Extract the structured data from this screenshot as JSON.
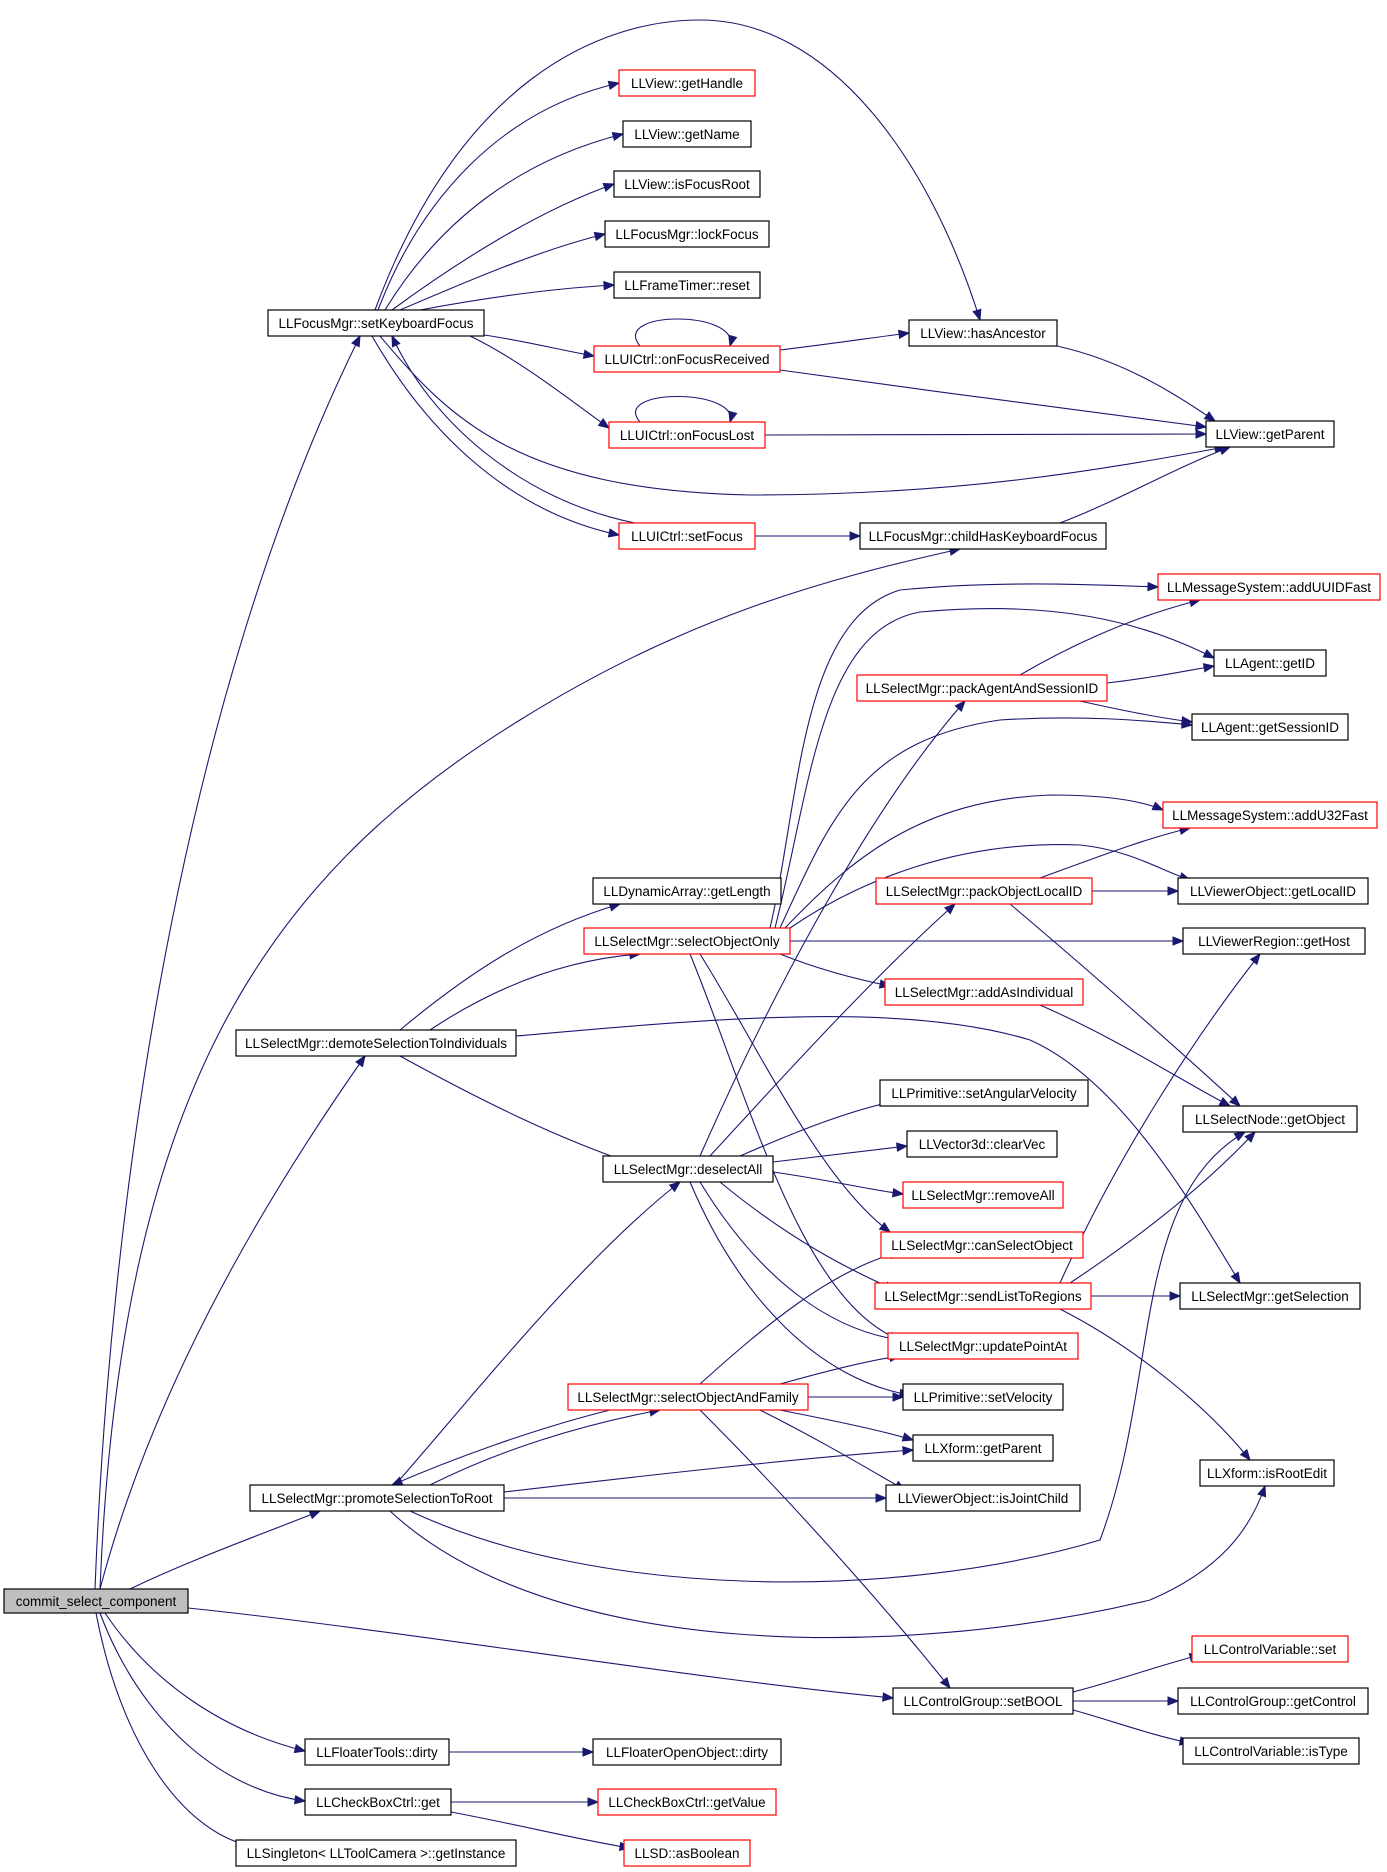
{
  "diagram": {
    "type": "call-graph",
    "colors": {
      "edge": "#191970",
      "root_fill": "#bfbfbf",
      "node_fill": "#ffffff",
      "normal_border": "#000000",
      "truncated_border": "#ff0000"
    },
    "nodes": [
      {
        "id": "commit",
        "label": "commit_select_component",
        "style": "root"
      },
      {
        "id": "focusmgr_setkbd",
        "label": "LLFocusMgr::setKeyboardFocus",
        "style": "normal"
      },
      {
        "id": "view_gethandle",
        "label": "LLView::getHandle",
        "style": "truncated"
      },
      {
        "id": "view_getname",
        "label": "LLView::getName",
        "style": "normal"
      },
      {
        "id": "view_isfocusroot",
        "label": "LLView::isFocusRoot",
        "style": "normal"
      },
      {
        "id": "focusmgr_lockfocus",
        "label": "LLFocusMgr::lockFocus",
        "style": "normal"
      },
      {
        "id": "frametimer_reset",
        "label": "LLFrameTimer::reset",
        "style": "normal"
      },
      {
        "id": "view_hasancestor",
        "label": "LLView::hasAncestor",
        "style": "normal"
      },
      {
        "id": "uictrl_onfocusreceived",
        "label": "LLUICtrl::onFocusReceived",
        "style": "truncated"
      },
      {
        "id": "uictrl_onfocuslost",
        "label": "LLUICtrl::onFocusLost",
        "style": "truncated"
      },
      {
        "id": "view_getparent",
        "label": "LLView::getParent",
        "style": "normal"
      },
      {
        "id": "uictrl_setfocus",
        "label": "LLUICtrl::setFocus",
        "style": "truncated"
      },
      {
        "id": "focusmgr_childhas",
        "label": "LLFocusMgr::childHasKeyboardFocus",
        "style": "normal"
      },
      {
        "id": "msg_adduuidfast",
        "label": "LLMessageSystem::addUUIDFast",
        "style": "truncated"
      },
      {
        "id": "agent_getid",
        "label": "LLAgent::getID",
        "style": "normal"
      },
      {
        "id": "sel_packagent",
        "label": "LLSelectMgr::packAgentAndSessionID",
        "style": "truncated"
      },
      {
        "id": "agent_getsessionid",
        "label": "LLAgent::getSessionID",
        "style": "normal"
      },
      {
        "id": "msg_addu32fast",
        "label": "LLMessageSystem::addU32Fast",
        "style": "truncated"
      },
      {
        "id": "dynarray_getlength",
        "label": "LLDynamicArray::getLength",
        "style": "normal"
      },
      {
        "id": "sel_packobjlocalid",
        "label": "LLSelectMgr::packObjectLocalID",
        "style": "truncated"
      },
      {
        "id": "viewerobj_getlocalid",
        "label": "LLViewerObject::getLocalID",
        "style": "normal"
      },
      {
        "id": "sel_selectobjonly",
        "label": "LLSelectMgr::selectObjectOnly",
        "style": "truncated"
      },
      {
        "id": "viewerregion_gethost",
        "label": "LLViewerRegion::getHost",
        "style": "normal"
      },
      {
        "id": "sel_addasindividual",
        "label": "LLSelectMgr::addAsIndividual",
        "style": "truncated"
      },
      {
        "id": "sel_demote",
        "label": "LLSelectMgr::demoteSelectionToIndividuals",
        "style": "normal"
      },
      {
        "id": "prim_setangvel",
        "label": "LLPrimitive::setAngularVelocity",
        "style": "normal"
      },
      {
        "id": "selnode_getobject",
        "label": "LLSelectNode::getObject",
        "style": "normal"
      },
      {
        "id": "vec3d_clearvec",
        "label": "LLVector3d::clearVec",
        "style": "normal"
      },
      {
        "id": "sel_deselectall",
        "label": "LLSelectMgr::deselectAll",
        "style": "normal"
      },
      {
        "id": "sel_removeall",
        "label": "LLSelectMgr::removeAll",
        "style": "truncated"
      },
      {
        "id": "sel_canselect",
        "label": "LLSelectMgr::canSelectObject",
        "style": "truncated"
      },
      {
        "id": "sel_sendlist",
        "label": "LLSelectMgr::sendListToRegions",
        "style": "truncated"
      },
      {
        "id": "sel_getselection",
        "label": "LLSelectMgr::getSelection",
        "style": "normal"
      },
      {
        "id": "sel_updatepointat",
        "label": "LLSelectMgr::updatePointAt",
        "style": "truncated"
      },
      {
        "id": "sel_selectobjfamily",
        "label": "LLSelectMgr::selectObjectAndFamily",
        "style": "truncated"
      },
      {
        "id": "prim_setvelocity",
        "label": "LLPrimitive::setVelocity",
        "style": "normal"
      },
      {
        "id": "xform_getparent",
        "label": "LLXform::getParent",
        "style": "normal"
      },
      {
        "id": "xform_isrootedit",
        "label": "LLXform::isRootEdit",
        "style": "normal"
      },
      {
        "id": "sel_promote",
        "label": "LLSelectMgr::promoteSelectionToRoot",
        "style": "normal"
      },
      {
        "id": "viewerobj_isjoint",
        "label": "LLViewerObject::isJointChild",
        "style": "normal"
      },
      {
        "id": "controlvar_set",
        "label": "LLControlVariable::set",
        "style": "truncated"
      },
      {
        "id": "controlgroup_setbool",
        "label": "LLControlGroup::setBOOL",
        "style": "normal"
      },
      {
        "id": "controlgroup_getcontrol",
        "label": "LLControlGroup::getControl",
        "style": "normal"
      },
      {
        "id": "controlvar_istype",
        "label": "LLControlVariable::isType",
        "style": "normal"
      },
      {
        "id": "floatertools_dirty",
        "label": "LLFloaterTools::dirty",
        "style": "normal"
      },
      {
        "id": "floateropen_dirty",
        "label": "LLFloaterOpenObject::dirty",
        "style": "normal"
      },
      {
        "id": "checkbox_get",
        "label": "LLCheckBoxCtrl::get",
        "style": "normal"
      },
      {
        "id": "checkbox_getvalue",
        "label": "LLCheckBoxCtrl::getValue",
        "style": "truncated"
      },
      {
        "id": "singleton_getinstance",
        "label": "LLSingleton< LLToolCamera >::getInstance",
        "style": "normal"
      },
      {
        "id": "llsd_asboolean",
        "label": "LLSD::asBoolean",
        "style": "truncated"
      }
    ],
    "edges": [
      [
        "commit",
        "focusmgr_setkbd"
      ],
      [
        "commit",
        "focusmgr_childhas"
      ],
      [
        "commit",
        "sel_demote"
      ],
      [
        "commit",
        "sel_promote"
      ],
      [
        "commit",
        "controlgroup_setbool"
      ],
      [
        "commit",
        "floatertools_dirty"
      ],
      [
        "commit",
        "checkbox_get"
      ],
      [
        "commit",
        "singleton_getinstance"
      ],
      [
        "focusmgr_setkbd",
        "view_gethandle"
      ],
      [
        "focusmgr_setkbd",
        "view_getname"
      ],
      [
        "focusmgr_setkbd",
        "view_isfocusroot"
      ],
      [
        "focusmgr_setkbd",
        "focusmgr_lockfocus"
      ],
      [
        "focusmgr_setkbd",
        "frametimer_reset"
      ],
      [
        "focusmgr_setkbd",
        "view_hasancestor"
      ],
      [
        "focusmgr_setkbd",
        "uictrl_onfocusreceived"
      ],
      [
        "focusmgr_setkbd",
        "uictrl_onfocuslost"
      ],
      [
        "focusmgr_setkbd",
        "view_getparent"
      ],
      [
        "focusmgr_setkbd",
        "uictrl_setfocus"
      ],
      [
        "uictrl_onfocusreceived",
        "uictrl_onfocusreceived"
      ],
      [
        "uictrl_onfocusreceived",
        "view_hasancestor"
      ],
      [
        "uictrl_onfocusreceived",
        "view_getparent"
      ],
      [
        "uictrl_onfocuslost",
        "uictrl_onfocuslost"
      ],
      [
        "uictrl_onfocuslost",
        "view_getparent"
      ],
      [
        "uictrl_setfocus",
        "focusmgr_setkbd"
      ],
      [
        "uictrl_setfocus",
        "focusmgr_childhas"
      ],
      [
        "view_hasancestor",
        "view_getparent"
      ],
      [
        "focusmgr_childhas",
        "view_getparent"
      ],
      [
        "sel_packagent",
        "msg_adduuidfast"
      ],
      [
        "sel_packagent",
        "agent_getid"
      ],
      [
        "sel_packagent",
        "agent_getsessionid"
      ],
      [
        "sel_packobjlocalid",
        "msg_addu32fast"
      ],
      [
        "sel_packobjlocalid",
        "viewerobj_getlocalid"
      ],
      [
        "sel_packobjlocalid",
        "selnode_getobject"
      ],
      [
        "sel_selectobjonly",
        "msg_adduuidfast"
      ],
      [
        "sel_selectobjonly",
        "agent_getid"
      ],
      [
        "sel_selectobjonly",
        "agent_getsessionid"
      ],
      [
        "sel_selectobjonly",
        "msg_addu32fast"
      ],
      [
        "sel_selectobjonly",
        "viewerobj_getlocalid"
      ],
      [
        "sel_selectobjonly",
        "viewerregion_gethost"
      ],
      [
        "sel_selectobjonly",
        "sel_addasindividual"
      ],
      [
        "sel_selectobjonly",
        "sel_canselect"
      ],
      [
        "sel_selectobjonly",
        "sel_updatepointat"
      ],
      [
        "sel_addasindividual",
        "selnode_getobject"
      ],
      [
        "sel_demote",
        "dynarray_getlength"
      ],
      [
        "sel_demote",
        "sel_selectobjonly"
      ],
      [
        "sel_demote",
        "sel_deselectall"
      ],
      [
        "sel_demote",
        "sel_getselection"
      ],
      [
        "sel_deselectall",
        "sel_packagent"
      ],
      [
        "sel_deselectall",
        "sel_packobjlocalid"
      ],
      [
        "sel_deselectall",
        "prim_setangvel"
      ],
      [
        "sel_deselectall",
        "vec3d_clearvec"
      ],
      [
        "sel_deselectall",
        "sel_removeall"
      ],
      [
        "sel_deselectall",
        "sel_sendlist"
      ],
      [
        "sel_deselectall",
        "sel_updatepointat"
      ],
      [
        "sel_deselectall",
        "prim_setvelocity"
      ],
      [
        "sel_sendlist",
        "sel_getselection"
      ],
      [
        "sel_sendlist",
        "viewerregion_gethost"
      ],
      [
        "sel_sendlist",
        "selnode_getobject"
      ],
      [
        "sel_sendlist",
        "xform_isrootedit"
      ],
      [
        "sel_selectobjfamily",
        "sel_canselect"
      ],
      [
        "sel_selectobjfamily",
        "sel_updatepointat"
      ],
      [
        "sel_selectobjfamily",
        "prim_setvelocity"
      ],
      [
        "sel_selectobjfamily",
        "xform_getparent"
      ],
      [
        "sel_selectobjfamily",
        "viewerobj_isjoint"
      ],
      [
        "sel_selectobjfamily",
        "sel_promote"
      ],
      [
        "sel_selectobjfamily",
        "controlgroup_setbool"
      ],
      [
        "sel_promote",
        "sel_selectobjfamily"
      ],
      [
        "sel_promote",
        "sel_deselectall"
      ],
      [
        "sel_promote",
        "xform_getparent"
      ],
      [
        "sel_promote",
        "viewerobj_isjoint"
      ],
      [
        "sel_promote",
        "selnode_getobject"
      ],
      [
        "sel_promote",
        "xform_isrootedit"
      ],
      [
        "controlgroup_setbool",
        "controlvar_set"
      ],
      [
        "controlgroup_setbool",
        "controlgroup_getcontrol"
      ],
      [
        "controlgroup_setbool",
        "controlvar_istype"
      ],
      [
        "floatertools_dirty",
        "floateropen_dirty"
      ],
      [
        "checkbox_get",
        "checkbox_getvalue"
      ],
      [
        "checkbox_get",
        "llsd_asboolean"
      ]
    ]
  }
}
